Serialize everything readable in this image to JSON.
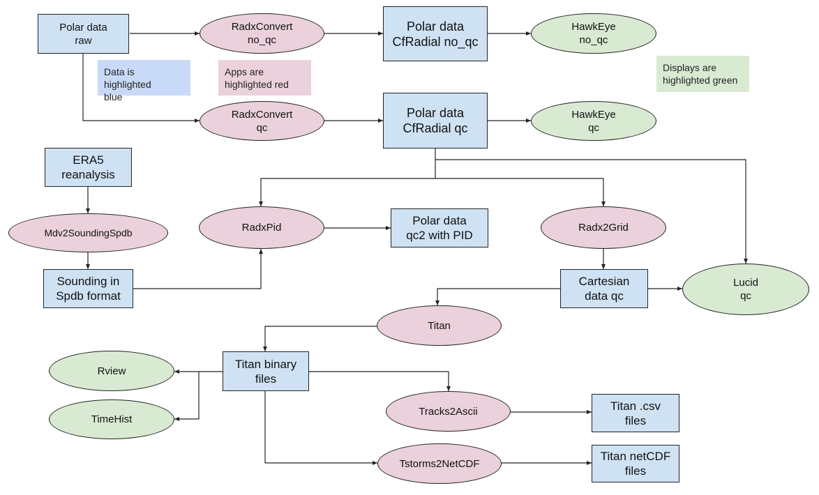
{
  "legend": {
    "data": "Data is highlighted\nblue",
    "apps": "Apps are\nhighlighted red",
    "displays": "Displays are\nhighlighted green"
  },
  "colors": {
    "data": "#cfe2f3",
    "app": "#ead1dc",
    "display": "#d9ead3",
    "legend_data": "#c9daf8",
    "legend_app": "#ead1dc",
    "legend_display": "#d9ead3"
  },
  "nodes": {
    "polar_raw": "Polar data\nraw",
    "radxconvert_noqc": "RadxConvert\nno_qc",
    "polar_cfradial_noqc": "Polar data\nCfRadial no_qc",
    "hawkeye_noqc": "HawkEye\nno_qc",
    "radxconvert_qc": "RadxConvert\nqc",
    "polar_cfradial_qc": "Polar data\nCfRadial qc",
    "hawkeye_qc": "HawkEye\nqc",
    "era5": "ERA5\nreanalysis",
    "mdv2sounding": "Mdv2SoundingSpdb",
    "sounding_spdb": "Sounding in\nSpdb format",
    "radxpid": "RadxPid",
    "polar_qc2_pid": "Polar data\nqc2 with PID",
    "radx2grid": "Radx2Grid",
    "cartesian_qc": "Cartesian\ndata qc",
    "lucid_qc": "Lucid\nqc",
    "titan": "Titan",
    "titan_binary": "Titan binary\nfiles",
    "rview": "Rview",
    "timehist": "TimeHist",
    "tracks2ascii": "Tracks2Ascii",
    "titan_csv": "Titan .csv\nfiles",
    "tstorms2netcdf": "Tstorms2NetCDF",
    "titan_netcdf": "Titan netCDF\nfiles"
  },
  "edges": [
    [
      "polar_raw",
      "radxconvert_noqc"
    ],
    [
      "radxconvert_noqc",
      "polar_cfradial_noqc"
    ],
    [
      "polar_cfradial_noqc",
      "hawkeye_noqc"
    ],
    [
      "polar_raw",
      "radxconvert_qc"
    ],
    [
      "radxconvert_qc",
      "polar_cfradial_qc"
    ],
    [
      "polar_cfradial_qc",
      "hawkeye_qc"
    ],
    [
      "polar_cfradial_qc",
      "radxpid"
    ],
    [
      "polar_cfradial_qc",
      "radx2grid"
    ],
    [
      "polar_cfradial_qc",
      "lucid_qc"
    ],
    [
      "era5",
      "mdv2sounding"
    ],
    [
      "mdv2sounding",
      "sounding_spdb"
    ],
    [
      "sounding_spdb",
      "radxpid"
    ],
    [
      "radxpid",
      "polar_qc2_pid"
    ],
    [
      "radx2grid",
      "cartesian_qc"
    ],
    [
      "cartesian_qc",
      "lucid_qc"
    ],
    [
      "cartesian_qc",
      "titan"
    ],
    [
      "titan",
      "titan_binary"
    ],
    [
      "titan_binary",
      "rview"
    ],
    [
      "titan_binary",
      "timehist"
    ],
    [
      "titan_binary",
      "tracks2ascii"
    ],
    [
      "titan_binary",
      "tstorms2netcdf"
    ],
    [
      "tracks2ascii",
      "titan_csv"
    ],
    [
      "tstorms2netcdf",
      "titan_netcdf"
    ]
  ]
}
